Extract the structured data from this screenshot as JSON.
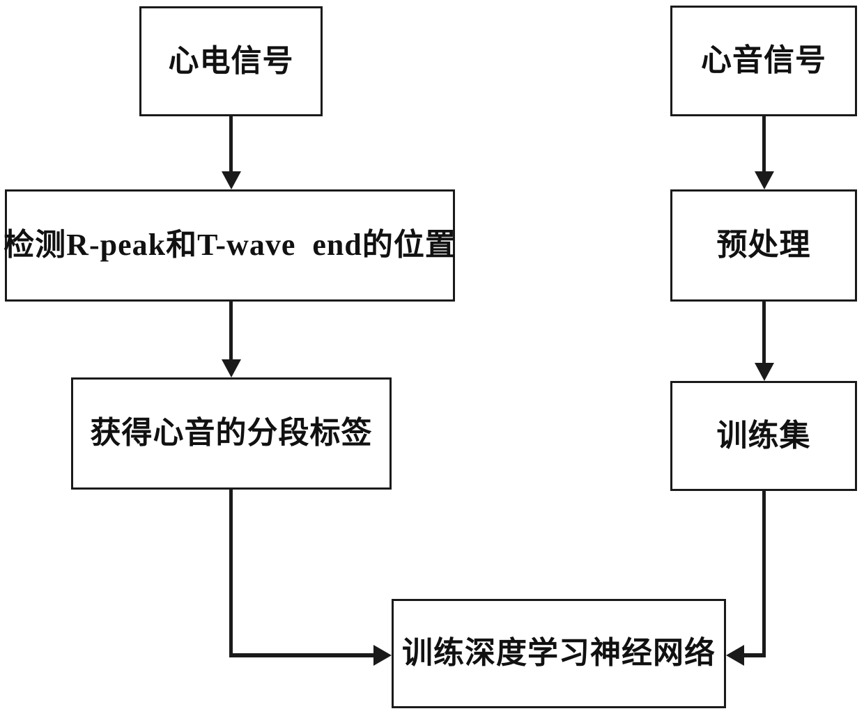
{
  "diagram": {
    "title": "Heart-sound segmentation network training flowchart",
    "background_color": "#ffffff",
    "line_color": "#1a1a1a",
    "nodes": {
      "ecg_signal": "心电信号",
      "detect_positions": "检测R-peak和T-wave  end的位置",
      "segment_labels": "获得心音的分段标签",
      "pcg_signal": "心音信号",
      "preprocess": "预处理",
      "training_set": "训练集",
      "train_network": "训练深度学习神经网络"
    },
    "edges": [
      {
        "from": "ecg_signal",
        "to": "detect_positions",
        "style": "straight-down"
      },
      {
        "from": "detect_positions",
        "to": "segment_labels",
        "style": "straight-down"
      },
      {
        "from": "segment_labels",
        "to": "train_network",
        "style": "down-then-right"
      },
      {
        "from": "pcg_signal",
        "to": "preprocess",
        "style": "straight-down"
      },
      {
        "from": "preprocess",
        "to": "training_set",
        "style": "straight-down"
      },
      {
        "from": "training_set",
        "to": "train_network",
        "style": "down-then-left"
      }
    ]
  }
}
